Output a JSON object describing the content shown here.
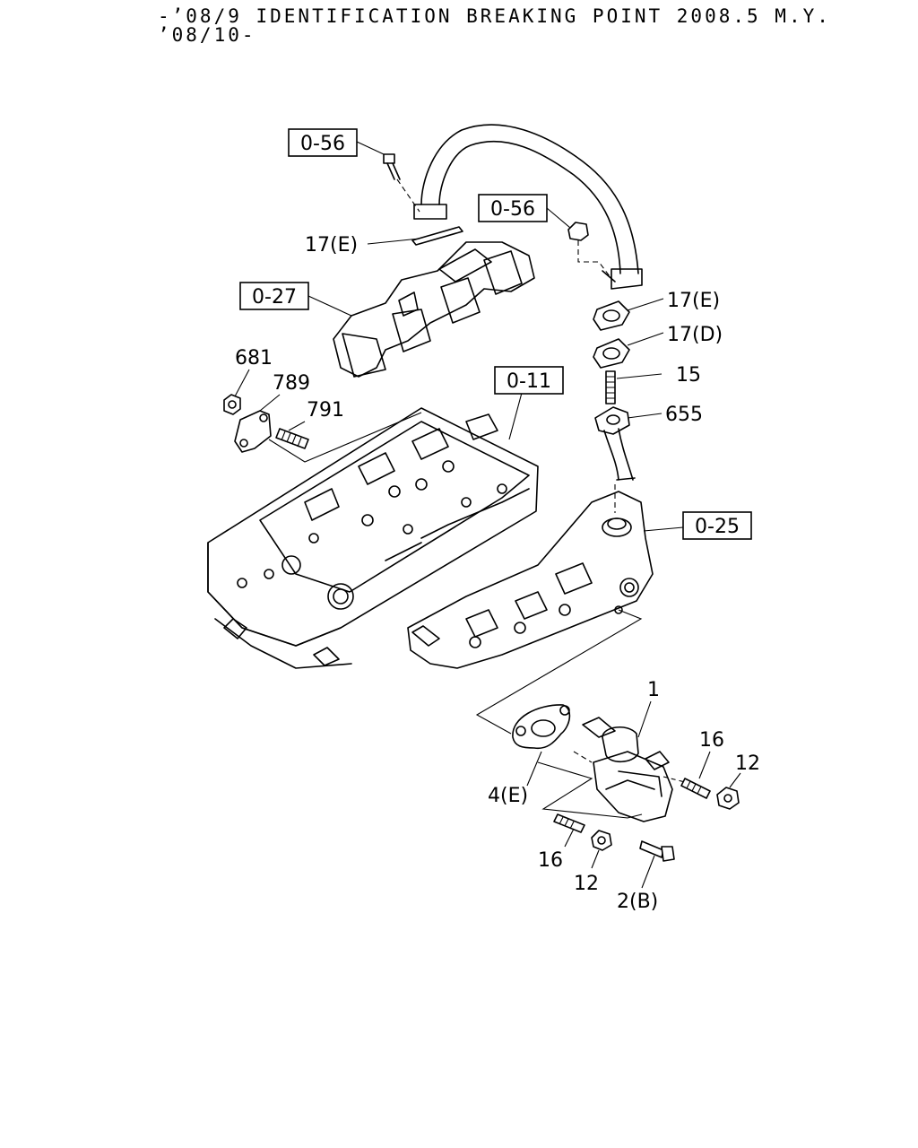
{
  "header": {
    "line1": "-’08/9 IDENTIFICATION BREAKING POINT 2008.5 M.Y.",
    "line2": "’08/10-"
  },
  "refs": {
    "r056a": "0-56",
    "r056b": "0-56",
    "r027": "0-27",
    "r011": "0-11",
    "r025": "0-25"
  },
  "parts": {
    "p17e_left": "17(E)",
    "p17e_right": "17(E)",
    "p17d": "17(D)",
    "p15": "15",
    "p655": "655",
    "p681": "681",
    "p789": "789",
    "p791": "791",
    "p1": "1",
    "p16_right": "16",
    "p12_right": "12",
    "p4e": "4(E)",
    "p16_bottom": "16",
    "p12_bottom": "12",
    "p2b": "2(B)"
  }
}
